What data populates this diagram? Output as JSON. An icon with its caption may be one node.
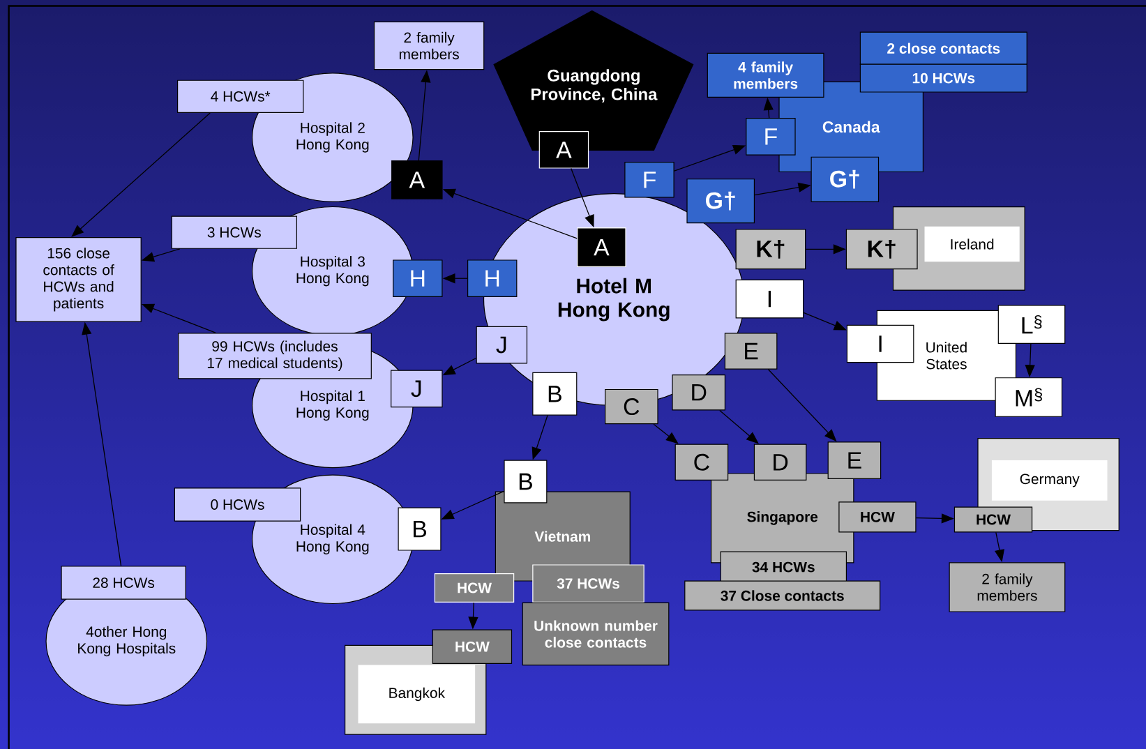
{
  "diagram": {
    "nodes": [
      {
        "text": [
          "Guangdong Province, China"
        ]
      },
      {
        "text": [
          "A"
        ]
      },
      {
        "text": [
          "2 family members"
        ]
      },
      {
        "text": [
          "Hospital 2 Hong Kong"
        ]
      },
      {
        "text": [
          "4 HCWs*"
        ]
      },
      {
        "text": [
          "A"
        ]
      },
      {
        "text": [
          "Canada"
        ]
      },
      {
        "text": [
          "4 family members"
        ]
      },
      {
        "text": [
          "2 close contacts"
        ]
      },
      {
        "text": [
          "10 HCWs"
        ]
      },
      {
        "text": [
          "F"
        ]
      },
      {
        "text": [
          "G†"
        ]
      },
      {
        "text": [
          "Hotel M Hong Kong"
        ]
      },
      {
        "text": [
          "A"
        ],
        "in": 12
      },
      {
        "text": [
          "F"
        ]
      },
      {
        "text": [
          "G†"
        ]
      },
      {
        "text": [
          "K†"
        ]
      },
      {
        "text": [
          "I"
        ]
      },
      {
        "text": [
          "H"
        ]
      },
      {
        "text": [
          "J"
        ]
      },
      {
        "text": [
          "E"
        ]
      },
      {
        "text": [
          "D"
        ]
      },
      {
        "text": [
          "C"
        ]
      },
      {
        "text": [
          "B"
        ]
      },
      {
        "text": [
          "Ireland"
        ]
      },
      {
        "text": [
          "K†"
        ]
      },
      {
        "text": [
          "156 close contacts of HCWs and patients"
        ]
      },
      {
        "text": [
          "Hospital 3 Hong Kong"
        ]
      },
      {
        "text": [
          "3 HCWs"
        ]
      },
      {
        "text": [
          "H"
        ]
      },
      {
        "text": [
          "United States"
        ]
      },
      {
        "text": [
          "I"
        ]
      },
      {
        "text": [
          "L$^{§}$"
        ]
      },
      {
        "text": [
          "M$^{§}$"
        ]
      },
      {
        "text": [
          "Hospital 1 Hong Kong"
        ]
      },
      {
        "text": [
          "99 HCWs (includes 17 medical students)"
        ]
      },
      {
        "text": [
          "J"
        ]
      },
      {
        "text": [
          "Singapore"
        ]
      },
      {
        "text": [
          "C"
        ]
      },
      {
        "text": [
          "D"
        ]
      },
      {
        "text": [
          "E"
        ]
      },
      {
        "text": [
          "HCW"
        ]
      },
      {
        "text": [
          "34 HCWs"
        ]
      },
      {
        "text": [
          "37 Close contacts"
        ]
      },
      {
        "text": [
          "Germany"
        ]
      },
      {
        "text": [
          "HCW"
        ]
      },
      {
        "text": [
          "2 family members"
        ]
      },
      {
        "text": [
          "Vietnam"
        ]
      },
      {
        "text": [
          "B"
        ]
      },
      {
        "text": [
          "Hospital 4 Hong Kong"
        ]
      },
      {
        "text": [
          "0 HCWs"
        ]
      },
      {
        "text": [
          "B"
        ]
      },
      {
        "text": [
          "4other Hong Kong Hospitals"
        ]
      },
      {
        "text": [
          "28 HCWs"
        ]
      },
      {
        "text": [
          "HCW"
        ]
      },
      {
        "text": [
          "37 HCWs"
        ]
      },
      {
        "text": [
          "Unknown number close contacts"
        ]
      },
      {
        "text": [
          "Bangkok"
        ]
      },
      {
        "text": [
          "HCW"
        ]
      }
    ],
    "edges": [
      {
        "from": 5,
        "to": 2,
        "arrow": "to"
      },
      {
        "from": 13,
        "to": 5,
        "arrow": "to"
      },
      {
        "from": 1,
        "to": 13,
        "arrow": "to"
      },
      {
        "from": 4,
        "to": 26,
        "arrow": "to"
      },
      {
        "from": 28,
        "to": 26,
        "arrow": "to"
      },
      {
        "from": 35,
        "to": 26,
        "arrow": "to"
      },
      {
        "from": 53,
        "to": 26,
        "arrow": "to"
      },
      {
        "from": 18,
        "to": 29,
        "arrow": "to"
      },
      {
        "from": 19,
        "to": 36,
        "arrow": "to"
      },
      {
        "from": 14,
        "to": 10,
        "arrow": "to"
      },
      {
        "from": 10,
        "to": 7,
        "arrow": "to"
      },
      {
        "from": 15,
        "to": 11,
        "arrow": "to"
      },
      {
        "from": 16,
        "to": 25,
        "arrow": "to"
      },
      {
        "from": 17,
        "to": 31,
        "arrow": "to"
      },
      {
        "from": 32,
        "to": 33,
        "arrow": "to"
      },
      {
        "from": 20,
        "to": 40,
        "arrow": "to"
      },
      {
        "from": 21,
        "to": 39,
        "arrow": "to"
      },
      {
        "from": 22,
        "to": 38,
        "arrow": "to"
      },
      {
        "from": 23,
        "to": 48,
        "arrow": "to"
      },
      {
        "from": 48,
        "to": 51,
        "arrow": "to"
      },
      {
        "from": 41,
        "to": 45,
        "arrow": "to"
      },
      {
        "from": 45,
        "to": 46,
        "arrow": "to"
      },
      {
        "from": 54,
        "to": 58,
        "arrow": "to"
      }
    ]
  }
}
